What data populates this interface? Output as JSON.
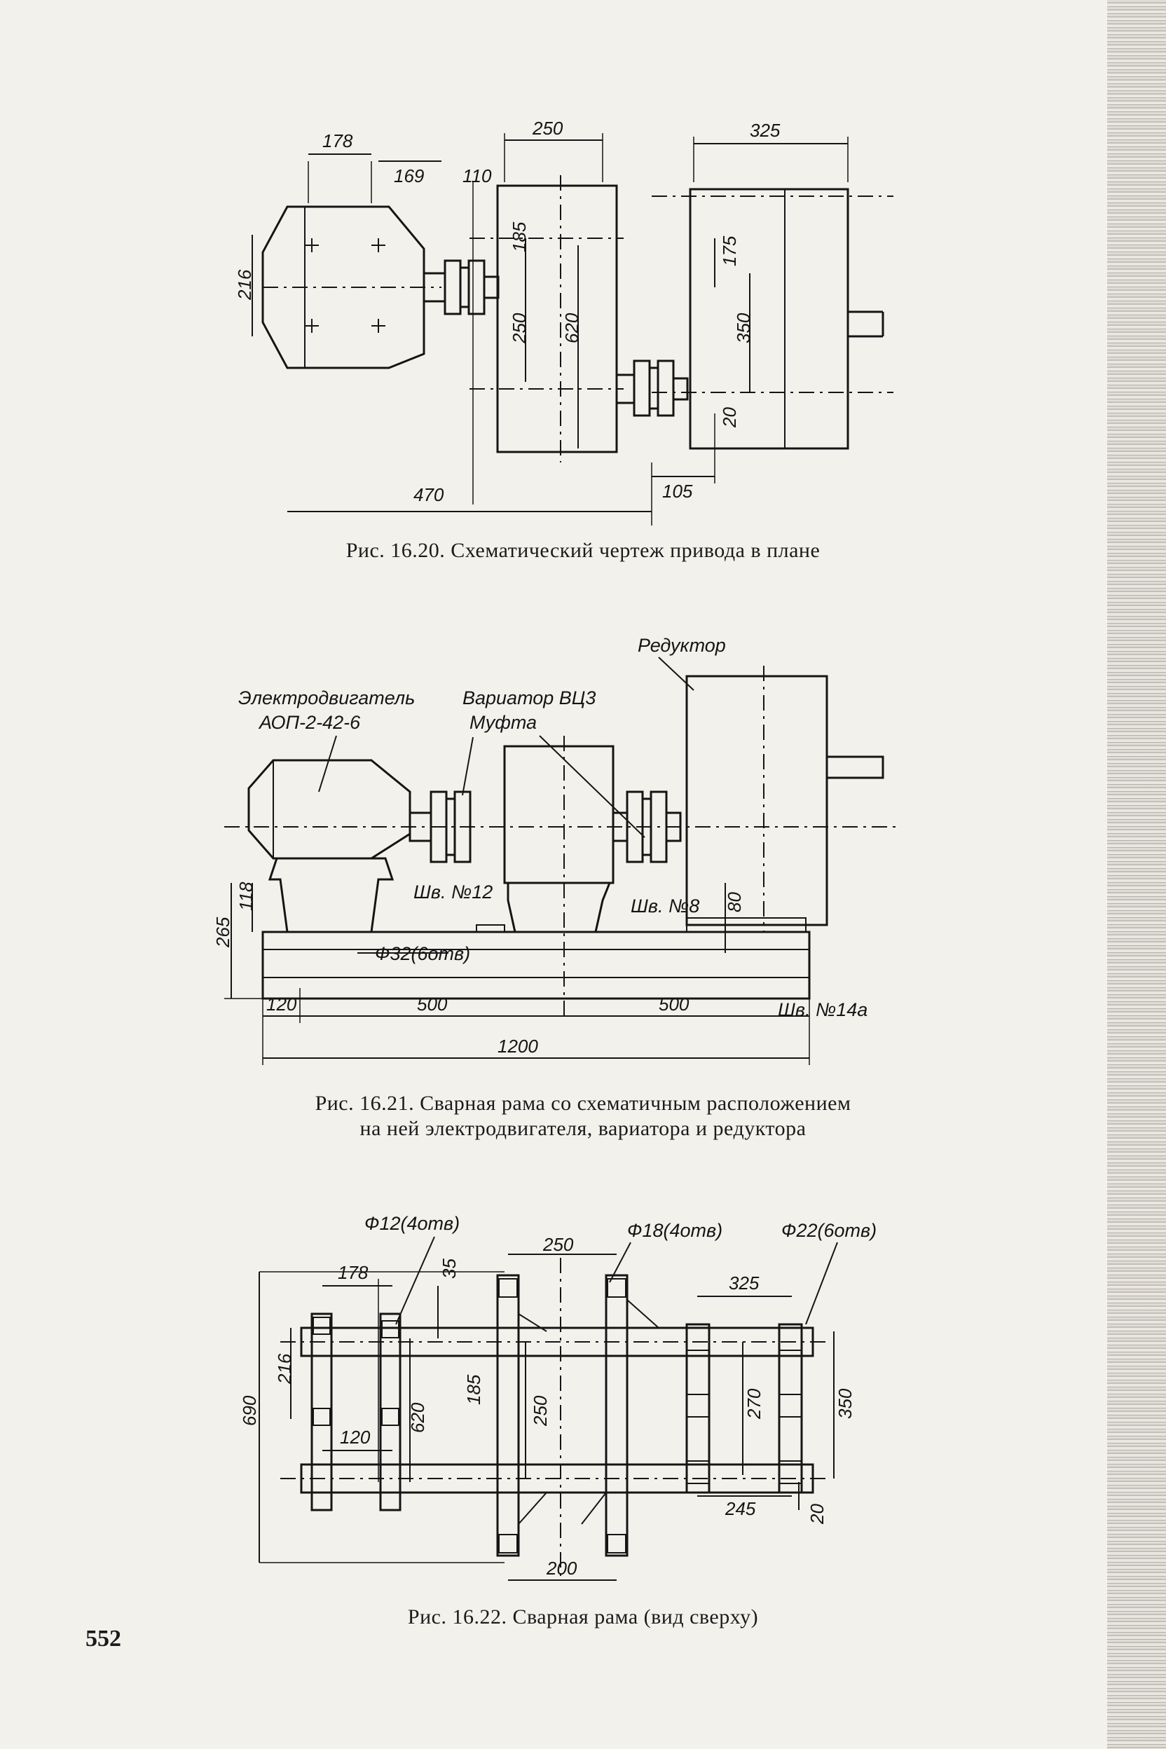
{
  "page_number": "552",
  "figures": {
    "fig1": {
      "caption": "Рис. 16.20. Схематический чертеж привода в плане",
      "dims": [
        "178",
        "169",
        "110",
        "250",
        "325",
        "216",
        "185",
        "250",
        "620",
        "175",
        "350",
        "20",
        "470",
        "105"
      ]
    },
    "fig2": {
      "caption_line1": "Рис. 16.21. Сварная рама со схематичным расположением",
      "caption_line2": "на ней электродвигателя, вариатора и редуктора",
      "labels": {
        "reducer": "Редуктор",
        "motor": "Электродвигатель",
        "motor_model": "АОП-2-42-6",
        "variator": "Вариатор ВЦ3",
        "coupling": "Муфта",
        "channel12": "Шв. №12",
        "channel8": "Шв. №8",
        "channel14": "Шв. №14а",
        "holes": "Ф32(6отв)"
      },
      "dims": [
        "118",
        "265",
        "80",
        "120",
        "500",
        "500",
        "1200"
      ]
    },
    "fig3": {
      "caption": "Рис. 16.22. Сварная рама (вид сверху)",
      "labels": {
        "holes12": "Ф12(4отв)",
        "holes18": "Ф18(4отв)",
        "holes22": "Ф22(6отв)"
      },
      "dims": [
        "178",
        "35",
        "250",
        "325",
        "690",
        "216",
        "120",
        "620",
        "185",
        "250",
        "270",
        "350",
        "245",
        "20",
        "200"
      ]
    }
  }
}
